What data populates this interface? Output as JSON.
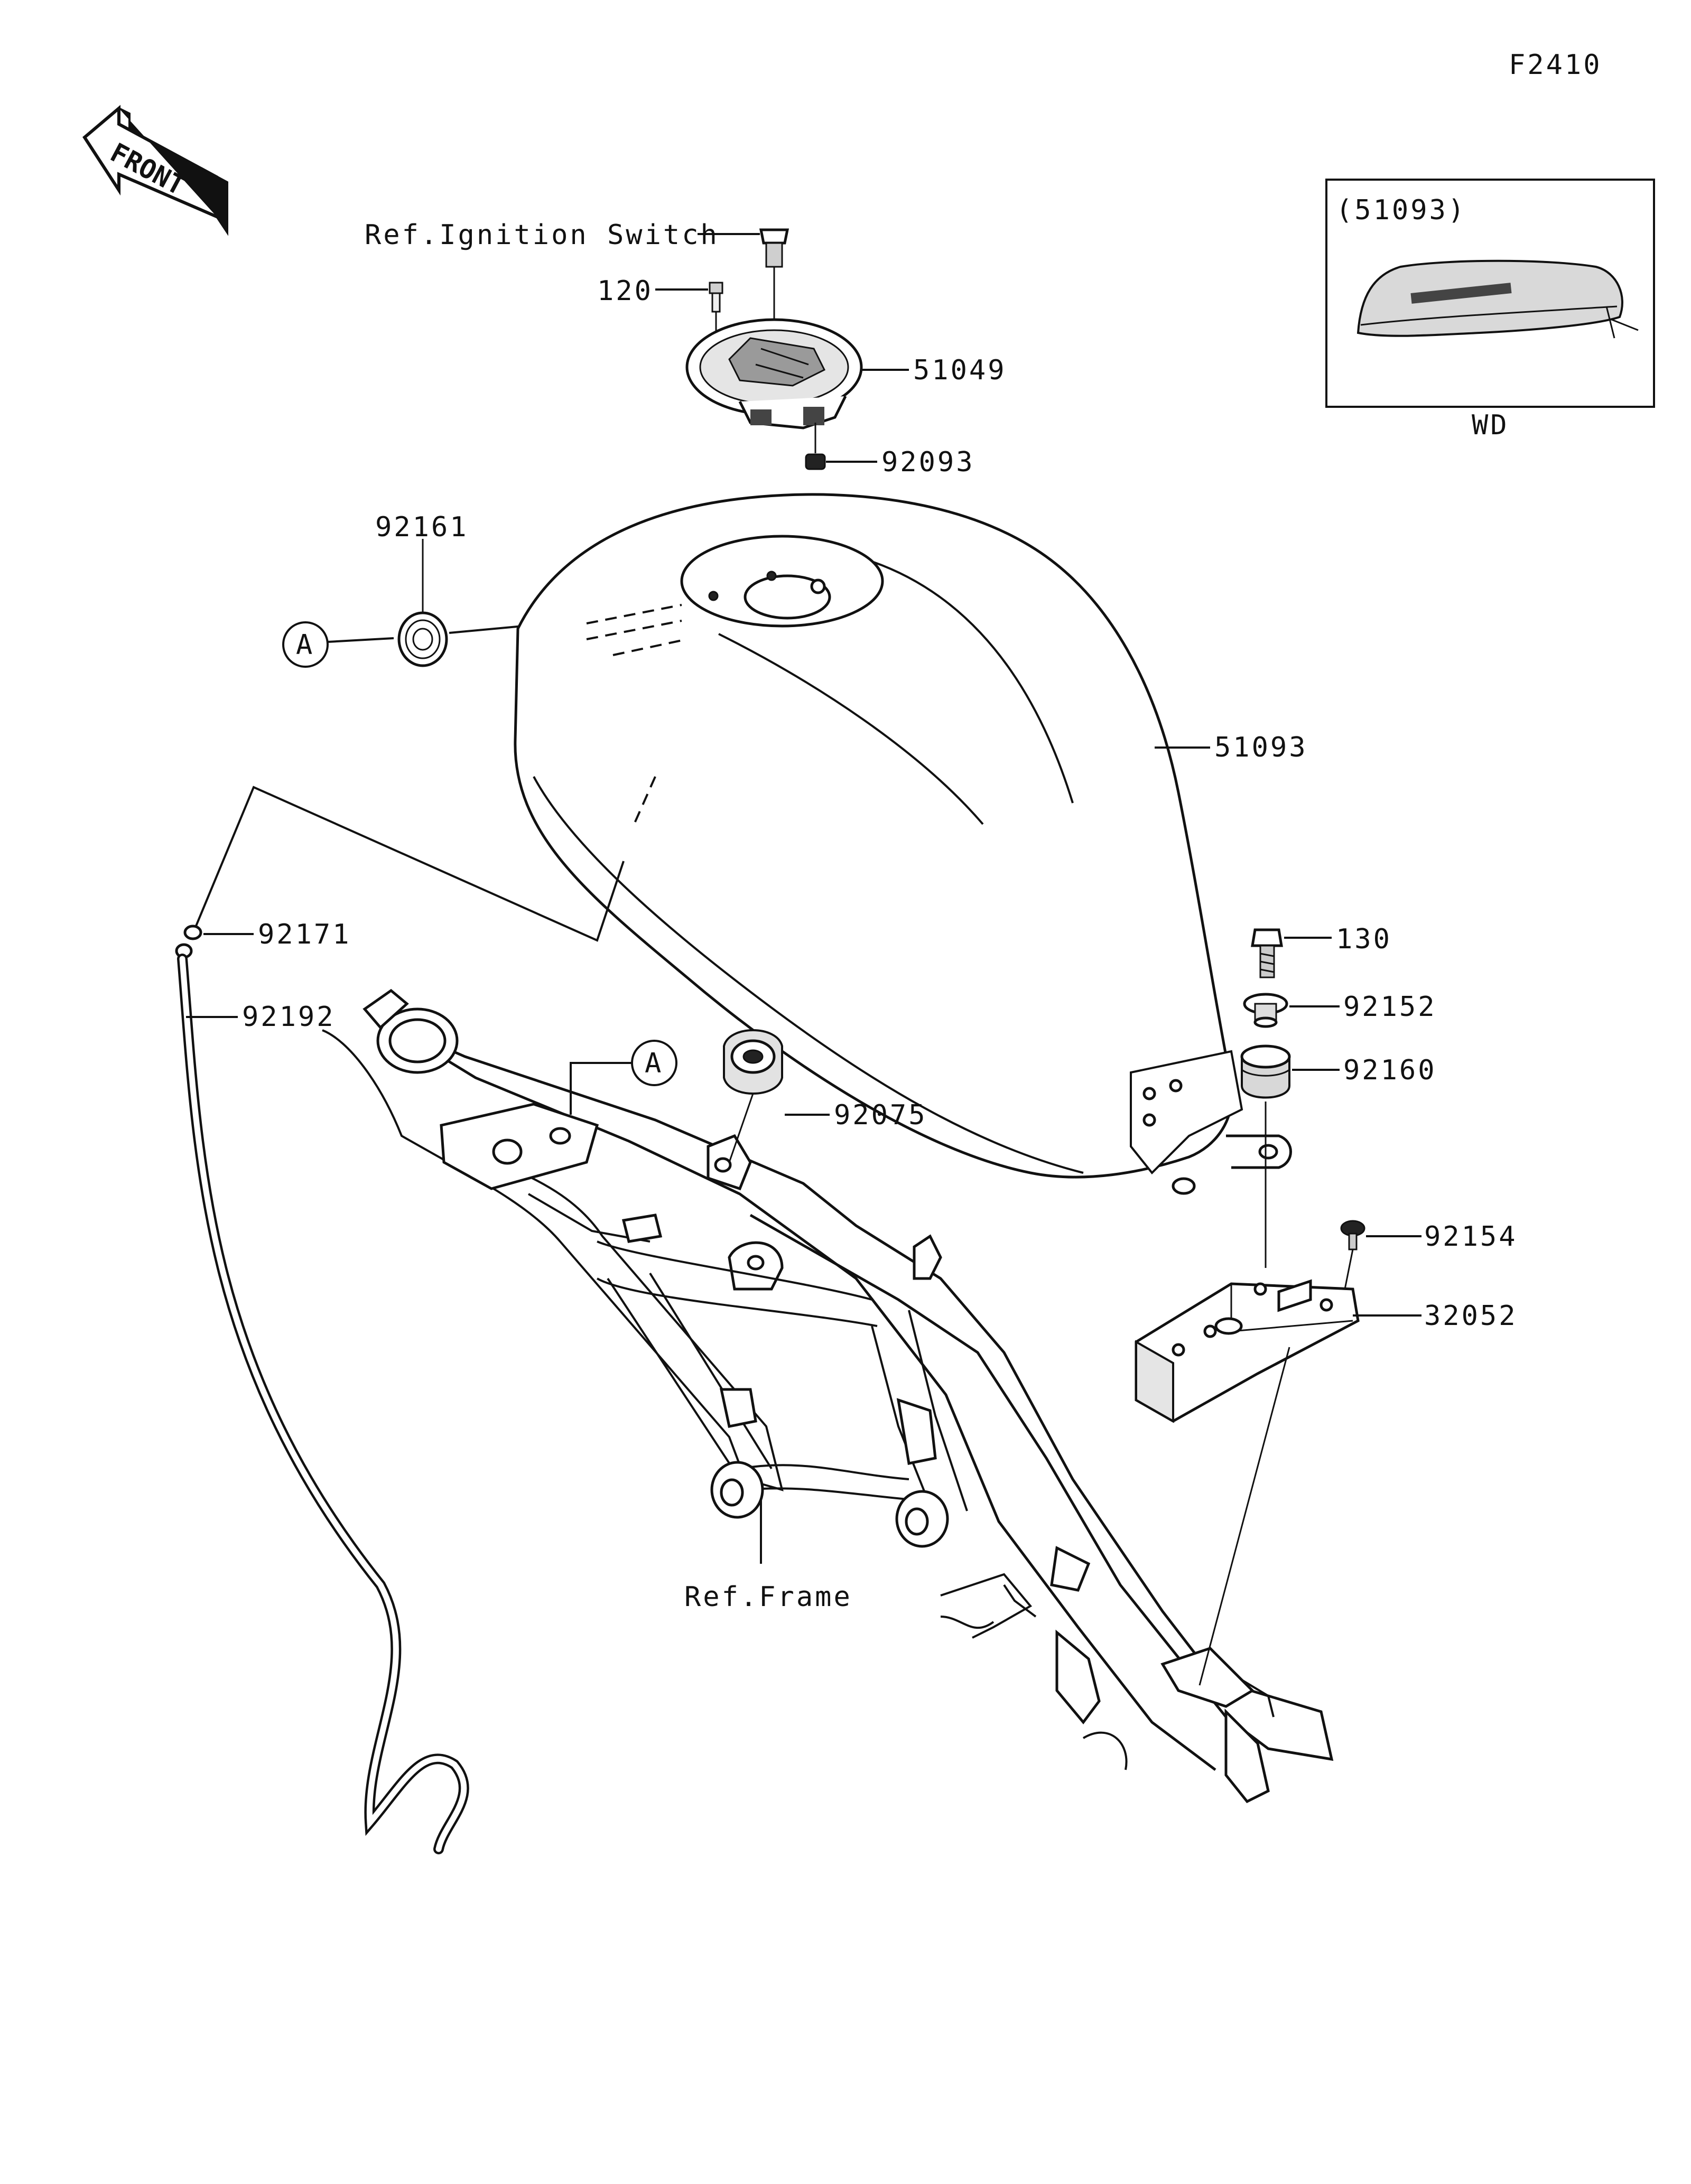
{
  "diagram_code": "F2410",
  "front_label": "FRONT",
  "ref_ignition_switch": "Ref.Ignition Switch",
  "ref_frame": "Ref.Frame",
  "callout_a": "A",
  "inset": {
    "part_no": "(51093)",
    "variant": "WD"
  },
  "parts": {
    "p120": "120",
    "p51049": "51049",
    "p92093": "92093",
    "p92161": "92161",
    "p51093": "51093",
    "p92171": "92171",
    "p92192": "92192",
    "p92075": "92075",
    "p130": "130",
    "p92152": "92152",
    "p92160": "92160",
    "p92154": "92154",
    "p32052": "32052"
  }
}
